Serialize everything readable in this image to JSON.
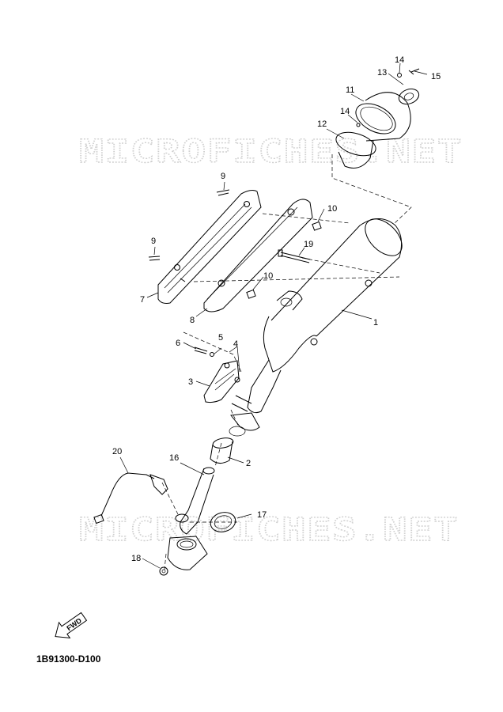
{
  "diagram_code": "1B91300-D100",
  "watermark": "MICROFICHES.NET",
  "fwd_label": "FWD",
  "callouts": [
    "1",
    "2",
    "3",
    "4",
    "5",
    "6",
    "7",
    "8",
    "9",
    "9",
    "10",
    "10",
    "11",
    "12",
    "13",
    "14",
    "14",
    "15",
    "16",
    "17",
    "18",
    "19",
    "20"
  ]
}
